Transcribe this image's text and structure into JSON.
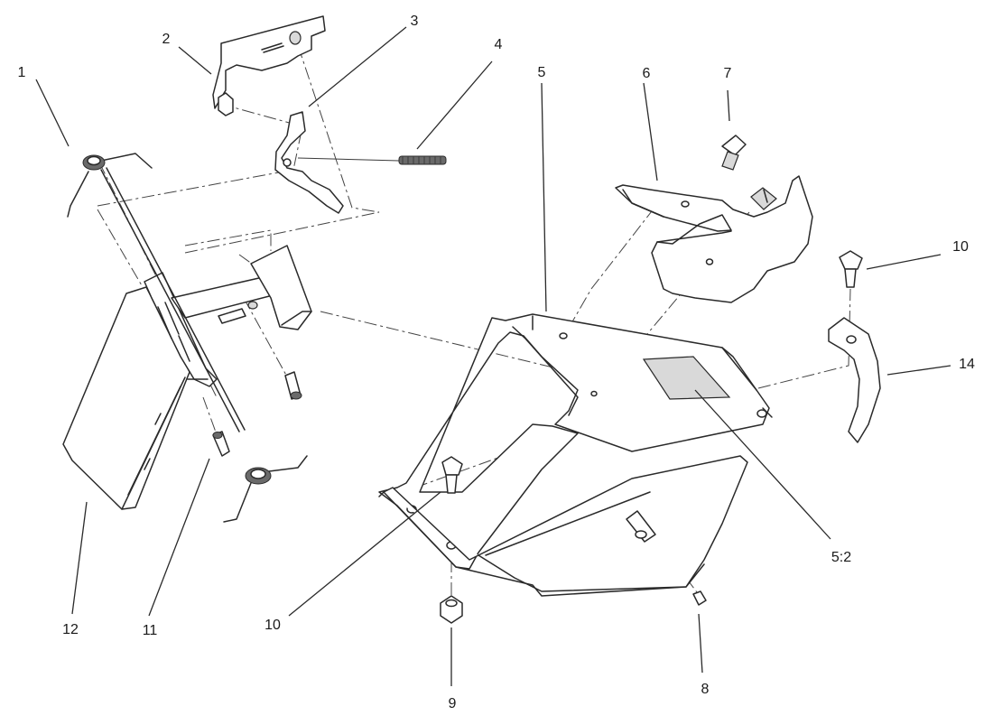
{
  "callouts": [
    {
      "id": "c1",
      "label": "1"
    },
    {
      "id": "c2",
      "label": "2"
    },
    {
      "id": "c3",
      "label": "3"
    },
    {
      "id": "c4",
      "label": "4"
    },
    {
      "id": "c5",
      "label": "5"
    },
    {
      "id": "c6",
      "label": "6"
    },
    {
      "id": "c7",
      "label": "7"
    },
    {
      "id": "c10a",
      "label": "10"
    },
    {
      "id": "c14",
      "label": "14"
    },
    {
      "id": "c5b",
      "label": "5:2"
    },
    {
      "id": "c8",
      "label": "8"
    },
    {
      "id": "c9",
      "label": "9"
    },
    {
      "id": "c10b",
      "label": "10"
    },
    {
      "id": "c11",
      "label": "11"
    },
    {
      "id": "c12",
      "label": "12"
    }
  ],
  "colors": {
    "line": "#2a2a2a",
    "background": "#ffffff",
    "label": "#1a1a1a"
  }
}
